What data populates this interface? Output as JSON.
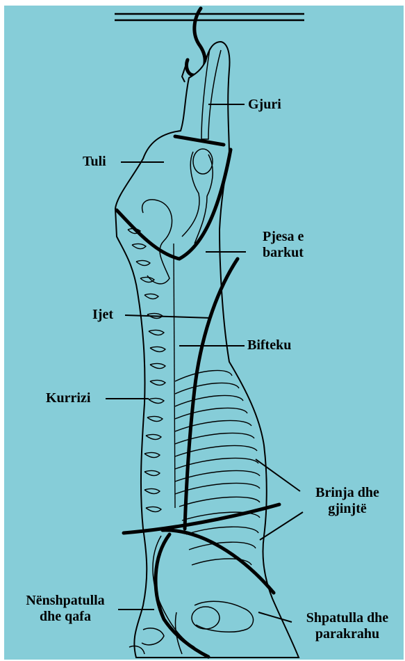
{
  "colors": {
    "background": "#86cdd8",
    "ink": "#000000",
    "carcass_fill": "#86cdd8"
  },
  "labels": {
    "gjuri": "Gjuri",
    "tuli": "Tuli",
    "pjesa_barkut_line1": "Pjesa e",
    "pjesa_barkut_line2": "barkut",
    "ijet": "Ijet",
    "bifteku": "Bifteku",
    "kurrizi": "Kurrizi",
    "brinja_line1": "Brinja dhe",
    "brinja_line2": "gjinjtë",
    "nenshpatulla_line1": "Nënshpatulla",
    "nenshpatulla_line2": "dhe qafa",
    "shpatulla_line1": "Shpatulla dhe",
    "shpatulla_line2": "parakrahu"
  }
}
